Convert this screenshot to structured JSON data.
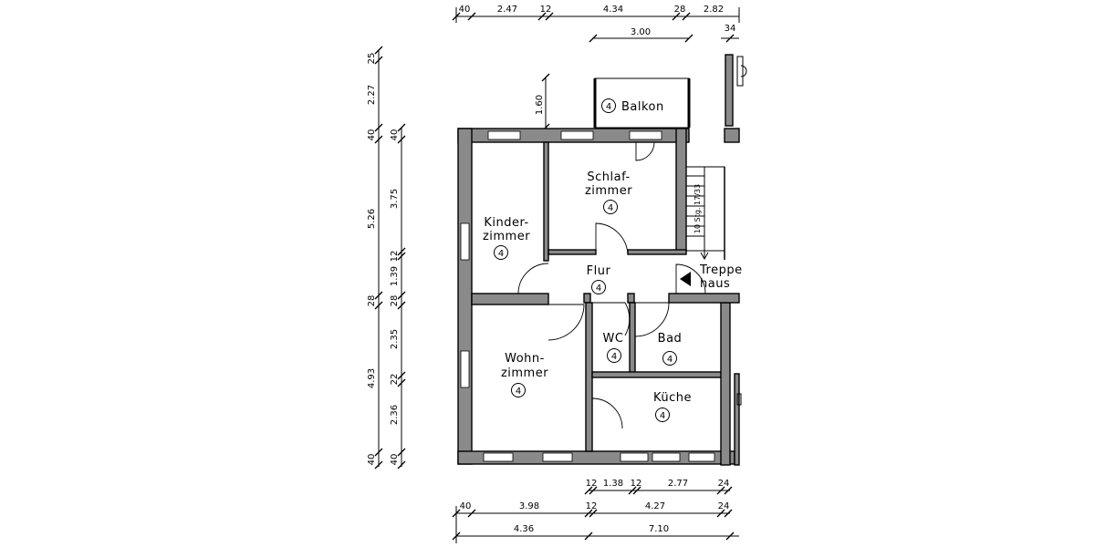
{
  "dims": {
    "top_row1": [
      "40",
      "2.47",
      "12",
      "4.34",
      "28",
      "2.82"
    ],
    "top_row2": [
      "3.00",
      "34"
    ],
    "balcony_depth": "1.60",
    "left_outer": [
      "25",
      "2.27",
      "40",
      "5.26",
      "28",
      "4.93",
      "40"
    ],
    "left_inner": [
      "40",
      "3.75",
      "12",
      "1.39",
      "28",
      "2.35",
      "22",
      "2.36",
      "40"
    ],
    "bottom_row1": [
      "12",
      "1.38",
      "12",
      "2.77",
      "24"
    ],
    "bottom_row2": [
      "40",
      "3.98",
      "12",
      "4.27",
      "24"
    ],
    "bottom_row3": [
      "4.36",
      "7.10"
    ]
  },
  "rooms": {
    "balkon": {
      "name": "Balkon",
      "num": "4"
    },
    "schlafzimmer": {
      "line1": "Schlaf-",
      "line2": "zimmer",
      "num": "4"
    },
    "kinderzimmer": {
      "line1": "Kinder-",
      "line2": "zimmer",
      "num": "4"
    },
    "flur": {
      "name": "Flur",
      "num": "4"
    },
    "treppenhaus": {
      "line1": "Treppe",
      "line2": "haus"
    },
    "wc": {
      "name": "WC",
      "num": "4"
    },
    "bad": {
      "name": "Bad",
      "num": "4"
    },
    "wohnzimmer": {
      "line1": "Wohn-",
      "line2": "zimmer",
      "num": "4"
    },
    "kueche": {
      "name": "Küche",
      "num": "4"
    }
  },
  "stairs": {
    "label": "10 Stg. 17/33"
  }
}
